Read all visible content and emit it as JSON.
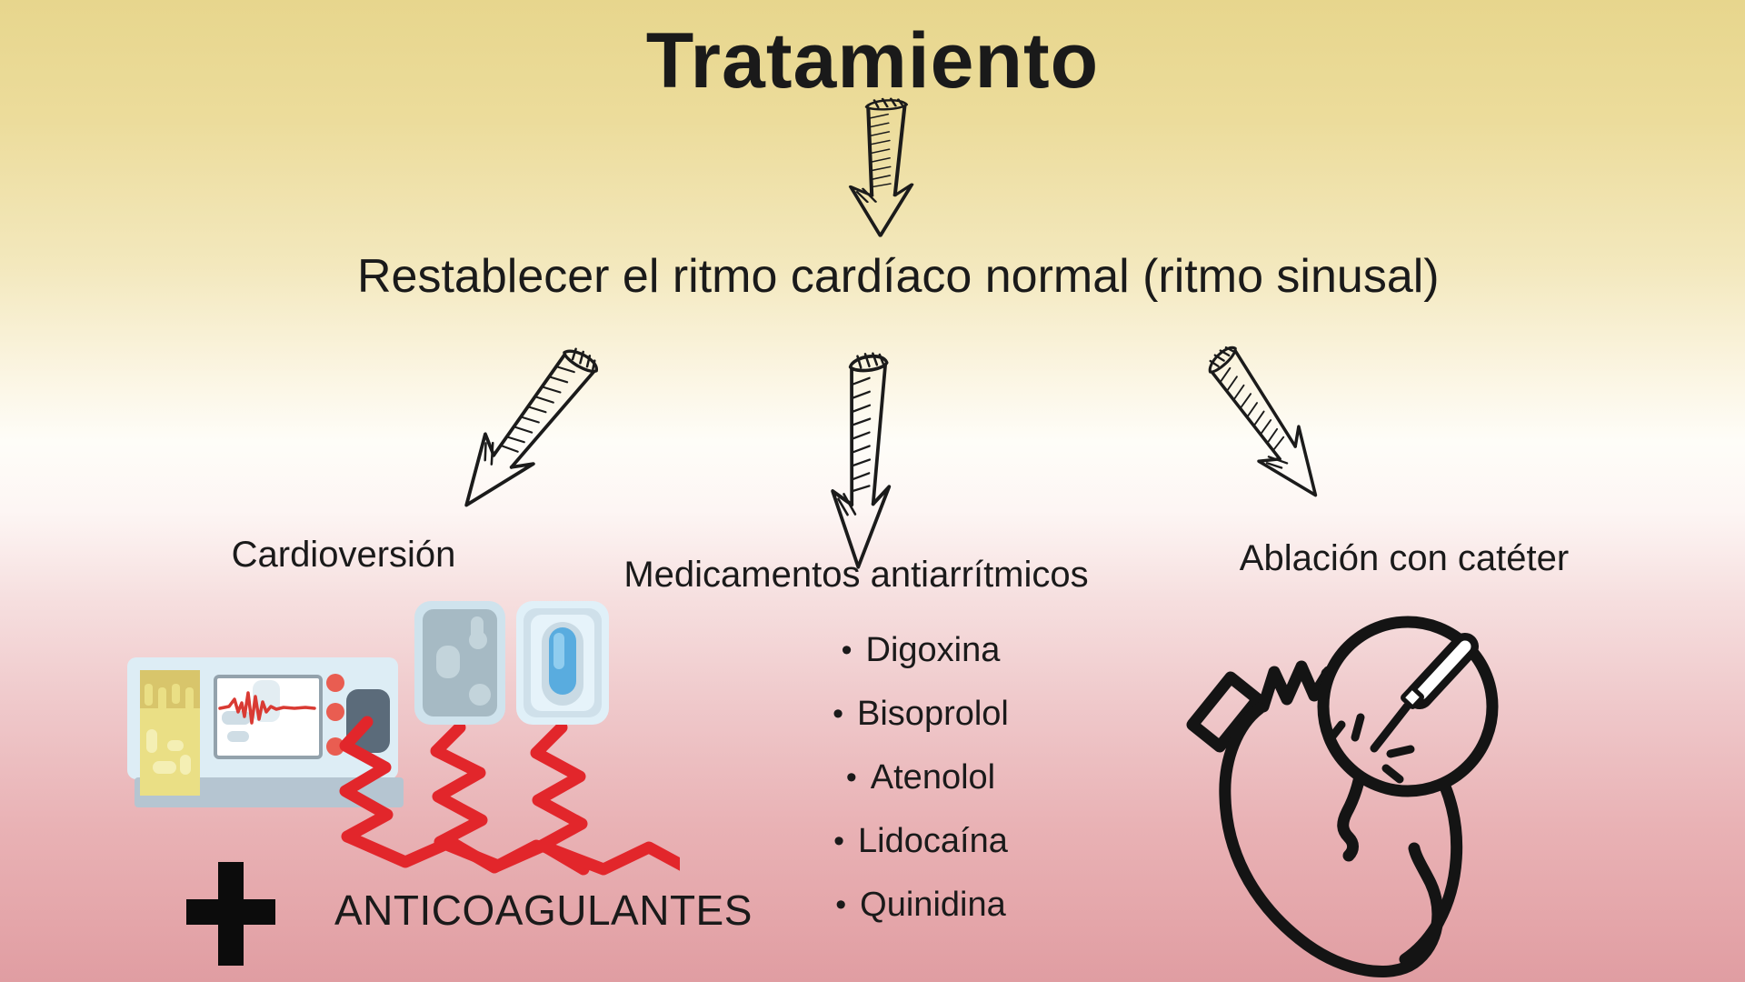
{
  "slide": {
    "title": "Tratamiento",
    "subtitle": "Restablecer el ritmo cardíaco normal (ritmo sinusal)",
    "cardioversion": {
      "label": "Cardioversión",
      "plus_symbol": "+",
      "adjunct_label": "ANTICOAGULANTES",
      "illustration": "defibrillator-with-paddles"
    },
    "medications": {
      "heading": "Medicamentos antiarrítmicos",
      "bullet": "•",
      "items": [
        "Digoxina",
        "Bisoprolol",
        "Atenolol",
        "Lidocaína",
        "Quinidina"
      ]
    },
    "ablation": {
      "label": "Ablación con catéter",
      "illustration": "heart-with-catheter-magnifier"
    },
    "colors": {
      "background_top": "#e7d68d",
      "background_middle": "#fefdf8",
      "background_bottom": "#e09da2",
      "ink": "#1a1a1a",
      "cable_red": "#e2262b",
      "ecg_red": "#d93a33",
      "button_red": "#e95d51",
      "machine_blue": "#ddedf5",
      "paddle_handle_blue": "#59acdf",
      "paper_yellow": "#eadf85"
    }
  }
}
